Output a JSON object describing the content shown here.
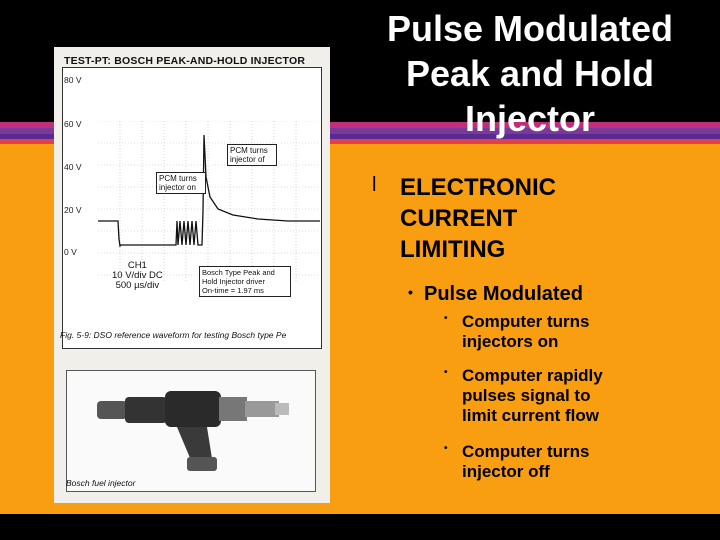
{
  "colors": {
    "background": "#000000",
    "orange_panel": "#F89E10",
    "stripe_magenta": "#C0307A",
    "stripe_purple": "#7A3A9A",
    "stripe_violet": "#5A2A90",
    "stripe_red": "#E0404C",
    "title_text": "#FFFFFF"
  },
  "title": {
    "line1": "Pulse Modulated",
    "line2": "Peak and Hold",
    "line3": "Injector"
  },
  "figure": {
    "scope_title": "TEST-PT: BOSCH PEAK-AND-HOLD INJECTOR",
    "y_labels": [
      "80 V",
      "60 V",
      "40 V",
      "20 V",
      "0 V"
    ],
    "callout_off": [
      "PCM turns",
      "injector of"
    ],
    "callout_on": [
      "PCM turns",
      "injector on"
    ],
    "channel_info": [
      "CH1",
      "10 V/div DC",
      "500 µs/div"
    ],
    "bosch_box": [
      "Bosch Type Peak and",
      "Hold Injector driver",
      "On-time = 1.97 ms"
    ],
    "caption": "Fig. 5-9: DSO reference waveform for testing Bosch type Pe",
    "photo_label": "Bosch fuel injector"
  },
  "bullets": {
    "level1_marker": "l",
    "level1": [
      "ELECTRONIC",
      "CURRENT",
      "LIMITING"
    ],
    "level2_marker": "•",
    "level2": "Pulse Modulated",
    "level3_marker": "•",
    "level3": [
      [
        "Computer turns",
        "injectors on"
      ],
      [
        "Computer rapidly",
        "pulses signal to",
        "limit current flow"
      ],
      [
        "Computer turns",
        "injector off"
      ]
    ]
  },
  "icons": {
    "bullet_level1": "circle-bullet",
    "bullet_sub": "dot-bullet"
  }
}
